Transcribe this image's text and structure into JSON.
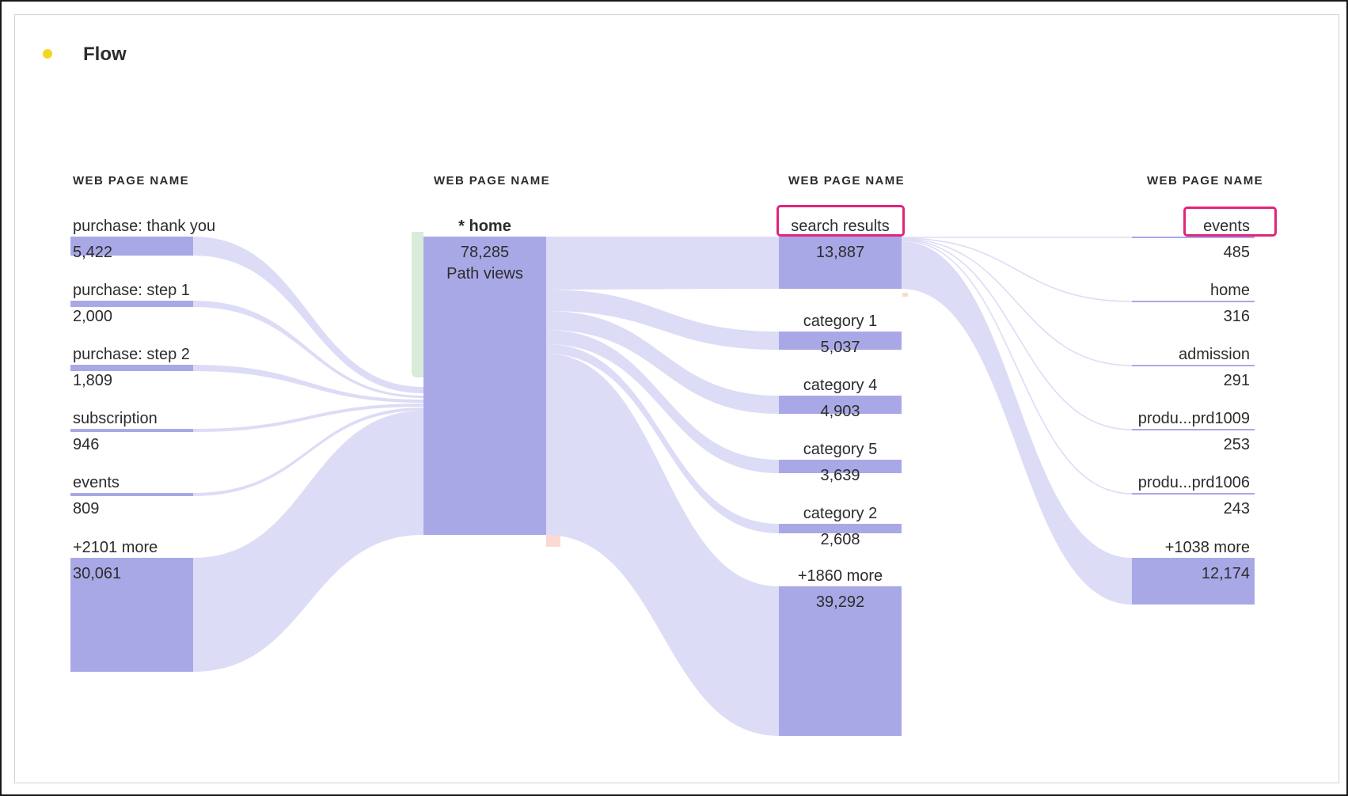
{
  "panel": {
    "title": "Flow",
    "status_color": "#f3d71c"
  },
  "columns": [
    {
      "header": "WEB PAGE NAME",
      "nodes": [
        {
          "name": "purchase: thank you",
          "value_label": "5,422",
          "value": 5422
        },
        {
          "name": "purchase: step 1",
          "value_label": "2,000",
          "value": 2000
        },
        {
          "name": "purchase: step 2",
          "value_label": "1,809",
          "value": 1809
        },
        {
          "name": "subscription",
          "value_label": "946",
          "value": 946
        },
        {
          "name": "events",
          "value_label": "809",
          "value": 809
        },
        {
          "name": "+2101 more",
          "value_label": "30,061",
          "value": 30061
        }
      ]
    },
    {
      "header": "WEB PAGE NAME",
      "nodes": [
        {
          "name": "* home",
          "value_label": "78,285",
          "sub_label": "Path views",
          "value": 78285
        }
      ]
    },
    {
      "header": "WEB PAGE NAME",
      "nodes": [
        {
          "name": "search results",
          "value_label": "13,887",
          "value": 13887,
          "highlighted": true
        },
        {
          "name": "category 1",
          "value_label": "5,037",
          "value": 5037
        },
        {
          "name": "category 4",
          "value_label": "4,903",
          "value": 4903
        },
        {
          "name": "category 5",
          "value_label": "3,639",
          "value": 3639
        },
        {
          "name": "category 2",
          "value_label": "2,608",
          "value": 2608
        },
        {
          "name": "+1860 more",
          "value_label": "39,292",
          "value": 39292
        }
      ]
    },
    {
      "header": "WEB PAGE NAME",
      "nodes": [
        {
          "name": "events",
          "value_label": "485",
          "value": 485,
          "highlighted": true
        },
        {
          "name": "home",
          "value_label": "316",
          "value": 316
        },
        {
          "name": "admission",
          "value_label": "291",
          "value": 291
        },
        {
          "name": "produ...prd1009",
          "value_label": "253",
          "value": 253
        },
        {
          "name": "produ...prd1006",
          "value_label": "243",
          "value": 243
        },
        {
          "name": "+1038 more",
          "value_label": "12,174",
          "value": 12174
        }
      ]
    }
  ],
  "colors": {
    "node": "#a9a8e7",
    "link": "#dddcf6",
    "entry_marker": "#d8ecd9",
    "exit_marker": "#fcd9d3",
    "highlight": "#e2247a"
  }
}
